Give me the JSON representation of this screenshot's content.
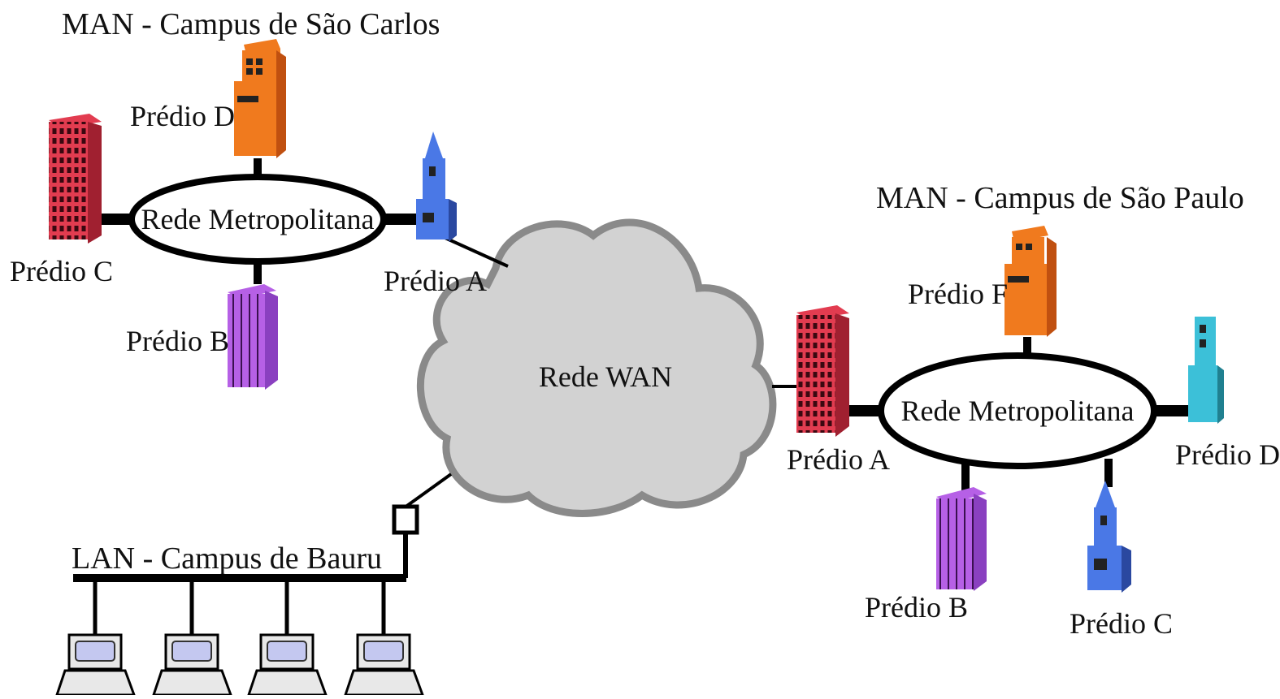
{
  "wan": {
    "label": "Rede WAN"
  },
  "man_sao_carlos": {
    "title": "MAN - Campus de São Carlos",
    "ring_label": "Rede Metropolitana",
    "buildings": {
      "a": "Prédio A",
      "b": "Prédio B",
      "c": "Prédio C",
      "d": "Prédio D"
    }
  },
  "man_sao_paulo": {
    "title": "MAN - Campus de São Paulo",
    "ring_label": "Rede Metropolitana",
    "buildings": {
      "a": "Prédio A",
      "b": "Prédio B",
      "c": "Prédio C",
      "d": "Prédio D",
      "f": "Prédio F"
    }
  },
  "lan_bauru": {
    "title": "LAN - Campus de Bauru",
    "computers": 4
  },
  "colors": {
    "ring": "#000000",
    "cloud_fill": "#d2d2d2",
    "cloud_stroke": "#8a8a8a",
    "red_building": "#e23c50",
    "orange_building": "#f07a1e",
    "blue_building": "#4a78e6",
    "purple_building": "#b660e6",
    "cyan_building": "#3cc0d8"
  }
}
